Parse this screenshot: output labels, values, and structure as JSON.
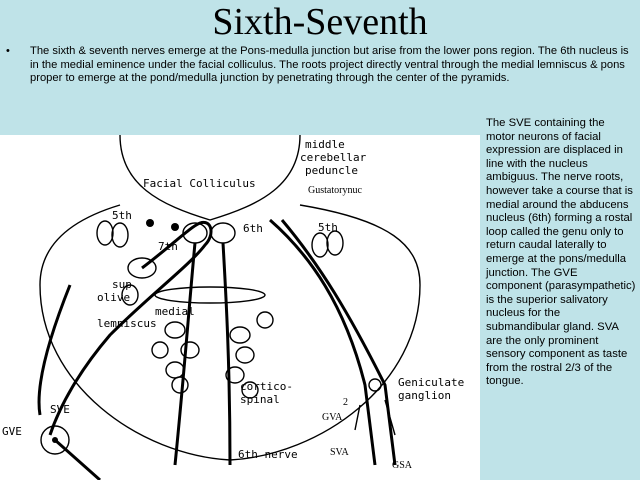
{
  "slide": {
    "title": "Sixth-Seventh",
    "bullet_marker": "•",
    "bullet_text": "The sixth & seventh nerves emerge at the Pons-medulla junction but arise from the lower pons region.  The 6th nucleus is in the medial eminence under the facial colliculus.  The roots project directly ventral through the medial lemniscus & pons proper to emerge at the pond/medulla junction by penetrating through the center of the pyramids.",
    "side_text": "The SVE containing the motor neurons of facial expression are displaced in line with the nucleus ambiguus. The nerve roots, however take a course that is medial around the abducens nucleus (6th) forming a rostal loop called the genu only to return caudal laterally to emerge at the pons/medulla junction. The GVE component (parasympathetic) is the superior salivatory nucleus for the submandibular gland. SVA are the only prominent sensory component as taste from the rostral 2/3 of the tongue."
  },
  "diagram": {
    "labels": {
      "middle": "middle",
      "cerebellar": "cerebellar",
      "peduncle": "peduncle",
      "facial_colliculus": "Facial Colliculus",
      "gustatory": "Gustatorynuc",
      "fifth_left": "5th",
      "fifth_right": "5th",
      "seventh": "7th",
      "sixth": "6th",
      "sup": "sup",
      "olive": "olive",
      "medial": "medial",
      "lemniscus": "lemniscus",
      "cortico": "cortico-",
      "spinal": "spinal",
      "geniculate": "Geniculate",
      "ganglion": "ganglion",
      "sve": "SVE",
      "gve_left": "GVE",
      "gva": "GVA",
      "two": "2",
      "sixth_nerve": "6th nerve",
      "sva": "SVA",
      "gsa": "GSA"
    }
  }
}
